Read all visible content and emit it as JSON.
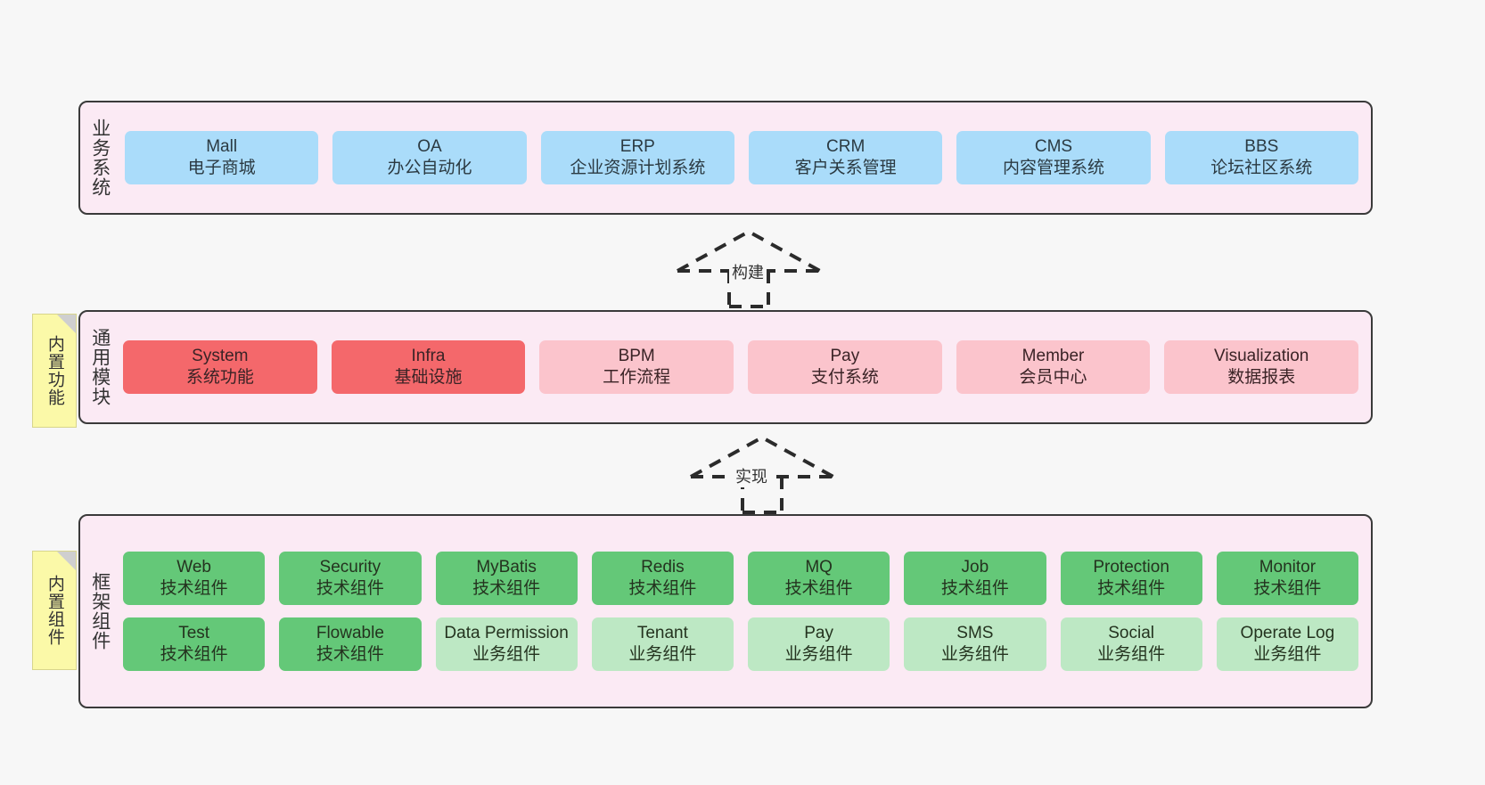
{
  "layers": [
    {
      "id": "business",
      "label": "业务系统",
      "rows": [
        {
          "style": "c-blue",
          "cells": [
            {
              "en": "Mall",
              "cn": "电子商城"
            },
            {
              "en": "OA",
              "cn": "办公自动化"
            },
            {
              "en": "ERP",
              "cn": "企业资源计划系统"
            },
            {
              "en": "CRM",
              "cn": "客户关系管理"
            },
            {
              "en": "CMS",
              "cn": "内容管理系统"
            },
            {
              "en": "BBS",
              "cn": "论坛社区系统"
            }
          ]
        }
      ]
    },
    {
      "id": "common",
      "label": "通用模块",
      "rows": [
        {
          "cells": [
            {
              "en": "System",
              "cn": "系统功能",
              "style": "c-red"
            },
            {
              "en": "Infra",
              "cn": "基础设施",
              "style": "c-red"
            },
            {
              "en": "BPM",
              "cn": "工作流程",
              "style": "c-pinklight"
            },
            {
              "en": "Pay",
              "cn": "支付系统",
              "style": "c-pinklight"
            },
            {
              "en": "Member",
              "cn": "会员中心",
              "style": "c-pinklight"
            },
            {
              "en": "Visualization",
              "cn": "数据报表",
              "style": "c-pinklight"
            }
          ]
        }
      ]
    },
    {
      "id": "framework",
      "label": "框架组件",
      "rows": [
        {
          "style": "c-green",
          "cells": [
            {
              "en": "Web",
              "cn": "技术组件"
            },
            {
              "en": "Security",
              "cn": "技术组件"
            },
            {
              "en": "MyBatis",
              "cn": "技术组件"
            },
            {
              "en": "Redis",
              "cn": "技术组件"
            },
            {
              "en": "MQ",
              "cn": "技术组件"
            },
            {
              "en": "Job",
              "cn": "技术组件"
            },
            {
              "en": "Protection",
              "cn": "技术组件"
            },
            {
              "en": "Monitor",
              "cn": "技术组件"
            }
          ]
        },
        {
          "cells": [
            {
              "en": "Test",
              "cn": "技术组件",
              "style": "c-green"
            },
            {
              "en": "Flowable",
              "cn": "技术组件",
              "style": "c-green"
            },
            {
              "en": "Data Permission",
              "cn": "业务组件",
              "style": "c-greenlight"
            },
            {
              "en": "Tenant",
              "cn": "业务组件",
              "style": "c-greenlight"
            },
            {
              "en": "Pay",
              "cn": "业务组件",
              "style": "c-greenlight"
            },
            {
              "en": "SMS",
              "cn": "业务组件",
              "style": "c-greenlight"
            },
            {
              "en": "Social",
              "cn": "业务组件",
              "style": "c-greenlight"
            },
            {
              "en": "Operate Log",
              "cn": "业务组件",
              "style": "c-greenlight"
            }
          ]
        }
      ]
    }
  ],
  "notes": [
    {
      "id": "functions",
      "text": "内置功能"
    },
    {
      "id": "components",
      "text": "内置组件"
    }
  ],
  "arrows": [
    {
      "id": "build",
      "label": "构建"
    },
    {
      "id": "impl",
      "label": "实现"
    }
  ],
  "colors": {
    "panel_bg": "#fbeaf4",
    "panel_border": "#3a3a3a",
    "business": "#aadcfa",
    "common_primary": "#f4686b",
    "common_secondary": "#fbc4cc",
    "framework_tech": "#64c878",
    "framework_biz": "#bde8c4",
    "note_bg": "#fbf9a8",
    "canvas_bg": "#f7f7f7"
  }
}
